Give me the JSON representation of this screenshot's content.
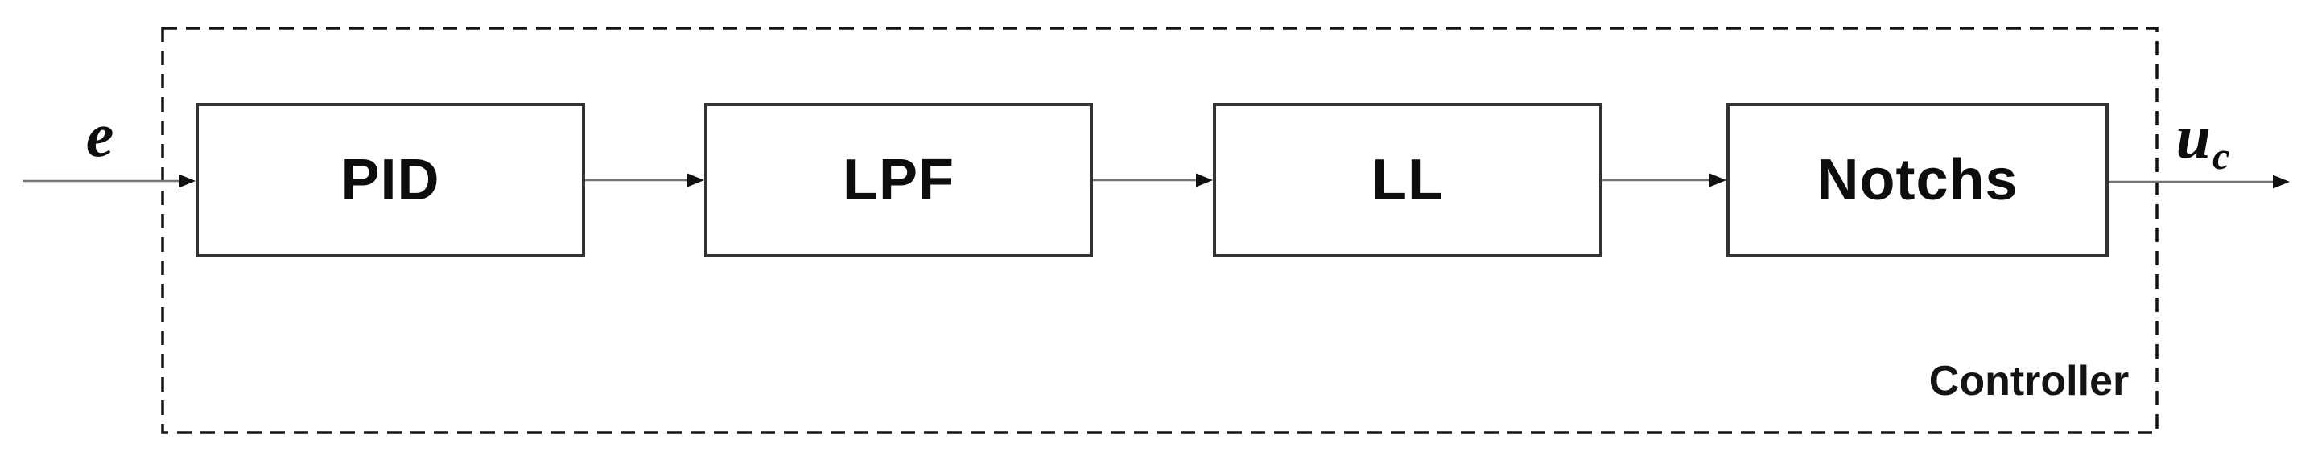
{
  "diagram": {
    "caption": "Controller",
    "input_label": "e",
    "output_label": "u",
    "output_subscript": "c",
    "blocks": [
      {
        "id": "pid",
        "label": "PID"
      },
      {
        "id": "lpf",
        "label": "LPF"
      },
      {
        "id": "ll",
        "label": "LL"
      },
      {
        "id": "notchs",
        "label": "Notchs"
      }
    ],
    "colors": {
      "background": "#ffffff",
      "block_border": "#333333",
      "dashed_border": "#141414",
      "connector_line": "#757575",
      "arrowhead": "#111111",
      "text": "#0d0d0d"
    }
  }
}
